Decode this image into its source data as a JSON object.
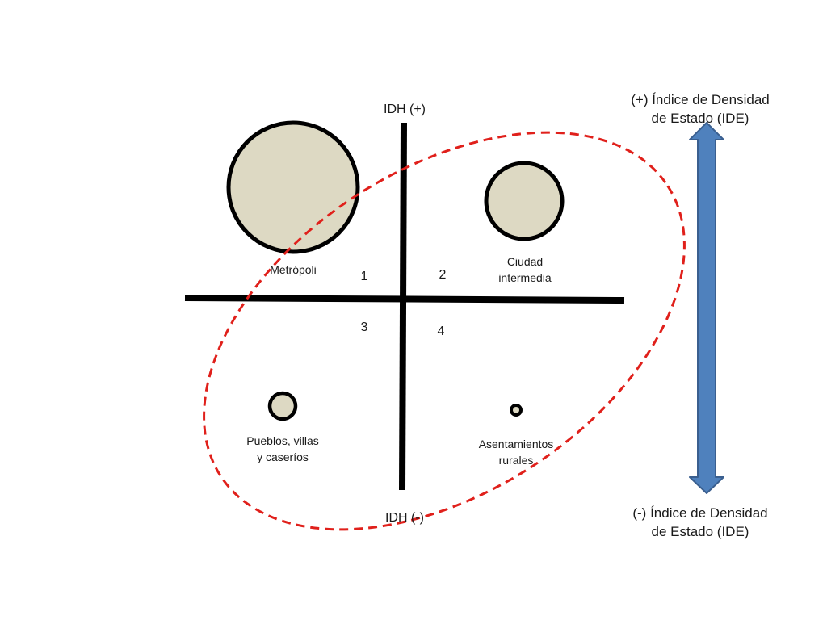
{
  "axis": {
    "top_label": "IDH (+)",
    "bottom_label": "IDH (-)"
  },
  "quadrants": [
    "1",
    "2",
    "3",
    "4"
  ],
  "settlements": {
    "metropoli": "Metrópoli",
    "ciudad_line1": "Ciudad",
    "ciudad_line2": "intermedia",
    "pueblos_line1": "Pueblos, villas",
    "pueblos_line2": "y caseríos",
    "asentamientos_line1": "Asentamientos",
    "asentamientos_line2": "rurales"
  },
  "density_scale": {
    "top_line1": "(+) Índice de Densidad",
    "top_line2": "de Estado (IDE)",
    "bottom_line1": "(-) Índice de Densidad",
    "bottom_line2": "de Estado (IDE)"
  },
  "colors": {
    "circle_fill": "#ddd9c3",
    "axis": "#000000",
    "ellipse": "#e0201b",
    "arrow_fill": "#4f81bd",
    "arrow_stroke": "#3a5f8f"
  }
}
